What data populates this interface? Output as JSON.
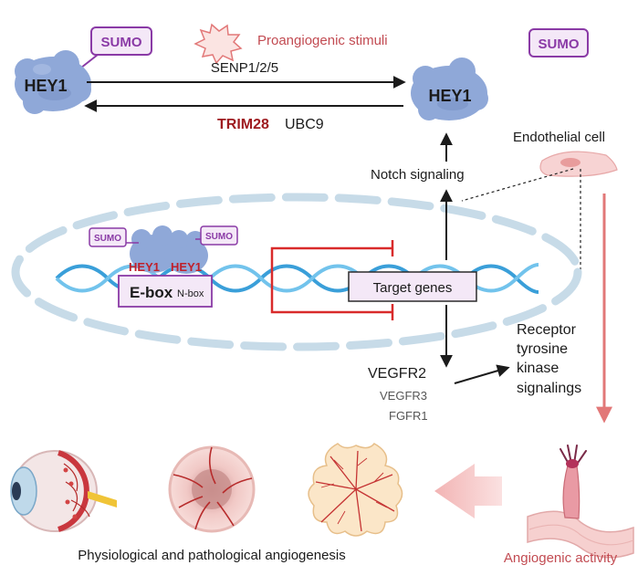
{
  "labels": {
    "sumo_left": "SUMO",
    "sumo_right": "SUMO",
    "hey1_left": "HEY1",
    "hey1_right": "HEY1",
    "proangiogenic": "Proangiogenic stimuli",
    "senp": "SENP1/2/5",
    "trim28": "TRIM28",
    "ubc9": "UBC9",
    "endothelial": "Endothelial cell",
    "notch": "Notch signaling",
    "sumo_small_left": "SUMO",
    "sumo_small_right": "SUMO",
    "hey1_dimer_a": "HEY1",
    "hey1_dimer_b": "HEY1",
    "ebox": "E-box",
    "nbox": "N-box",
    "target_genes": "Target genes",
    "receptor_1": "Receptor",
    "receptor_2": "tyrosine",
    "receptor_3": "kinase",
    "receptor_4": "signalings",
    "vegfr2": "VEGFR2",
    "vegfr3": "VEGFR3",
    "fgfr1": "FGFR1",
    "physio": "Physiological and pathological angiogenesis",
    "angiogenic_activity": "Angiogenic activity"
  },
  "colors": {
    "protein": "#8fa8d8",
    "sumo_border": "#8a3aa6",
    "sumo_fill": "#f4e8f7",
    "red_accent": "#c0202a",
    "pink_arrow": "#e27878",
    "dna_blue": "#3a9fd9",
    "nucleus_dash": "#c7dbe8"
  }
}
